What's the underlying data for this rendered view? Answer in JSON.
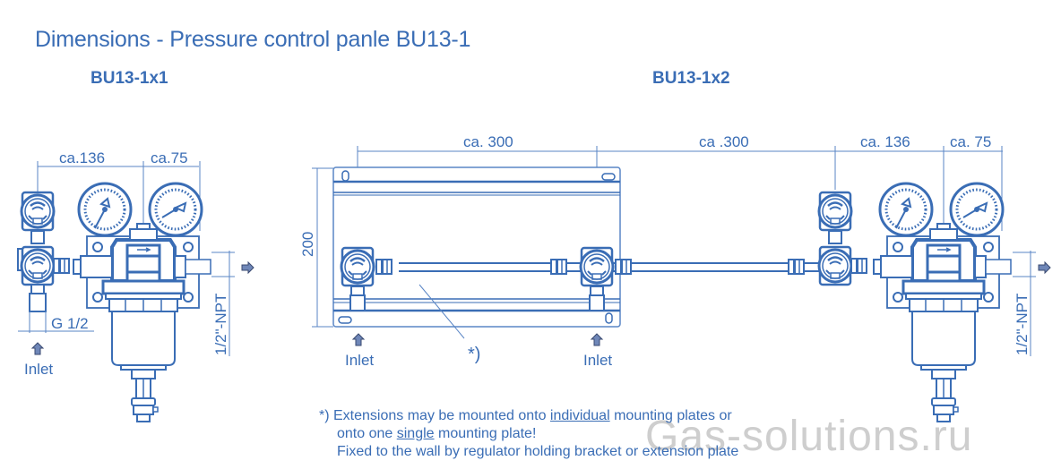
{
  "title": "Dimensions - Pressure control panle BU13-1",
  "variants": [
    {
      "name": "BU13-1x1",
      "dimensions": {
        "horizontal_1": "ca.136",
        "horizontal_2": "ca.75",
        "inlet_thread": "G 1/2",
        "outlet_thread": "1/2\"-NPT"
      },
      "inlet_label": "Inlet"
    },
    {
      "name": "BU13-1x2",
      "dimensions": {
        "span_1": "ca. 300",
        "span_2": "ca .300",
        "horizontal_1": "ca. 136",
        "horizontal_2": "ca. 75",
        "height": "200",
        "outlet_thread": "1/2\"-NPT"
      },
      "inlet_labels": [
        "Inlet",
        "Inlet"
      ],
      "footnote_marker": "*)"
    }
  ],
  "footnote": {
    "prefix": "*) Extensions may be mounted onto ",
    "em1": "individual",
    "mid1": " mounting plates or",
    "line2_prefix": "onto one ",
    "em2": "single",
    "line2_suffix": " mounting plate!",
    "line3": "Fixed to the wall by regulator holding bracket or extension plate"
  },
  "watermark": "Gas-solutions.ru",
  "colors": {
    "line": "#3a6db5",
    "arrow_fill": "#6f87b8",
    "watermark": "#c9c9c9"
  }
}
